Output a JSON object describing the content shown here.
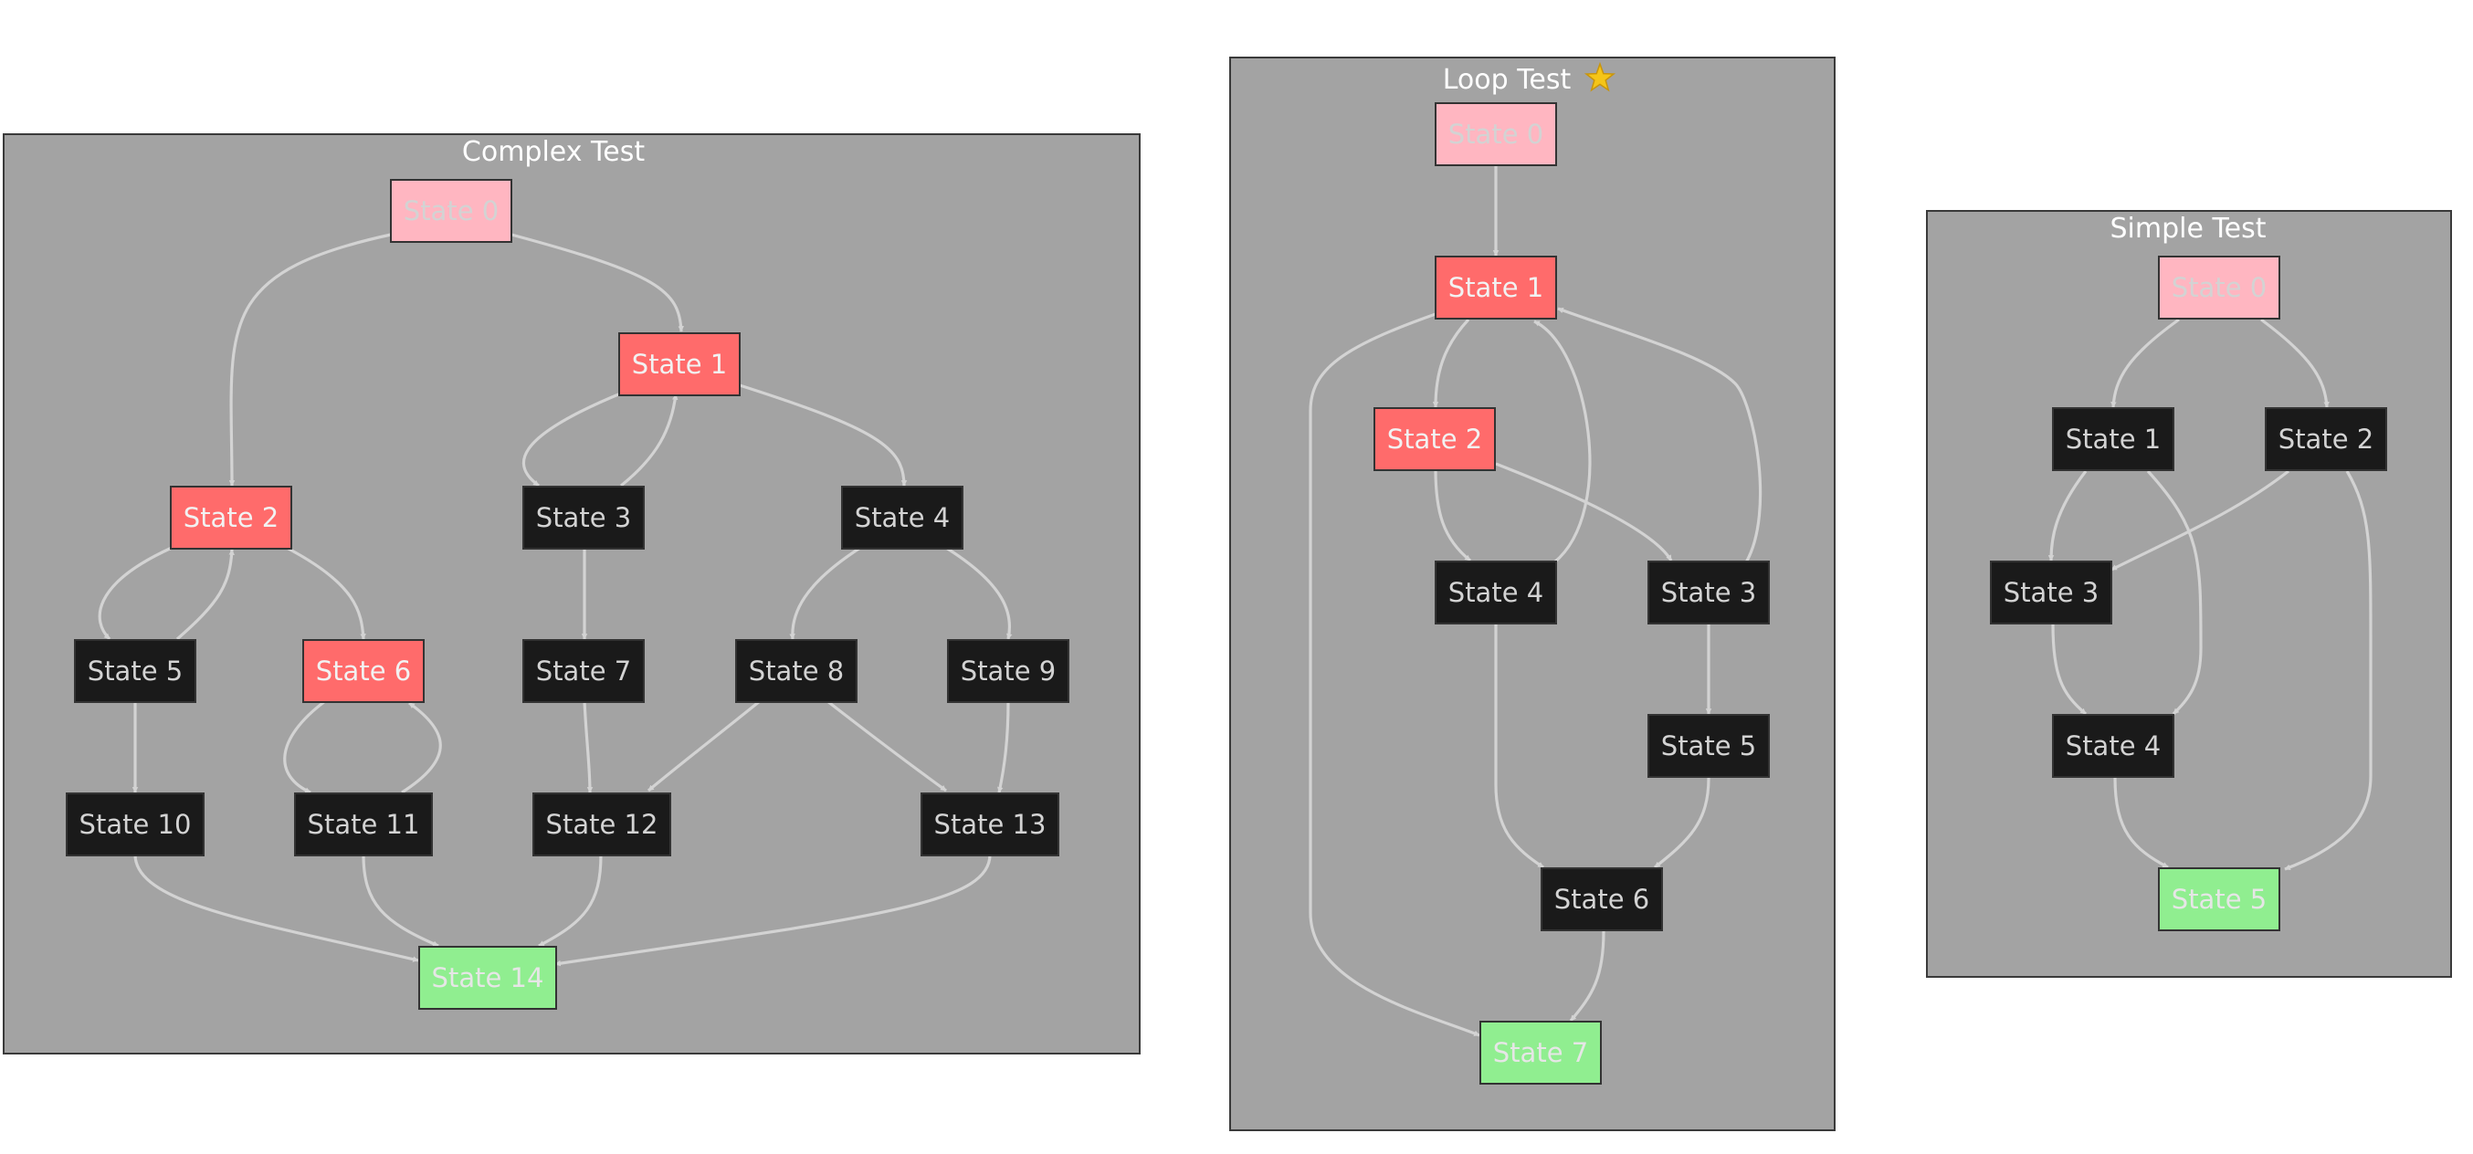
{
  "colors": {
    "background": "#ffffff",
    "cluster_fill": "#a3a3a3",
    "cluster_border": "#3a3a3a",
    "cluster_title": "#ffffff",
    "edge": "#d3d3d3",
    "start_fill": "#ffb6c1",
    "start_text": "#d3d3d3",
    "active_fill": "#ff6b6b",
    "active_text": "#f2f2f2",
    "normal_fill": "#1a1a1a",
    "normal_text": "#d3d3d3",
    "end_fill": "#90ee90",
    "end_text": "#e6e6e6"
  },
  "diagrams": [
    {
      "id": "complex",
      "title": "Complex Test",
      "title_icon": "",
      "nodes": [
        {
          "id": "s0",
          "label": "State 0",
          "kind": "start"
        },
        {
          "id": "s1",
          "label": "State 1",
          "kind": "active"
        },
        {
          "id": "s2",
          "label": "State 2",
          "kind": "active"
        },
        {
          "id": "s3",
          "label": "State 3",
          "kind": "normal"
        },
        {
          "id": "s4",
          "label": "State 4",
          "kind": "normal"
        },
        {
          "id": "s5",
          "label": "State 5",
          "kind": "normal"
        },
        {
          "id": "s6",
          "label": "State 6",
          "kind": "active"
        },
        {
          "id": "s7",
          "label": "State 7",
          "kind": "normal"
        },
        {
          "id": "s8",
          "label": "State 8",
          "kind": "normal"
        },
        {
          "id": "s9",
          "label": "State 9",
          "kind": "normal"
        },
        {
          "id": "s10",
          "label": "State 10",
          "kind": "normal"
        },
        {
          "id": "s11",
          "label": "State 11",
          "kind": "normal"
        },
        {
          "id": "s12",
          "label": "State 12",
          "kind": "normal"
        },
        {
          "id": "s13",
          "label": "State 13",
          "kind": "normal"
        },
        {
          "id": "s14",
          "label": "State 14",
          "kind": "end"
        }
      ],
      "edges": [
        {
          "from": "s0",
          "to": "s2"
        },
        {
          "from": "s0",
          "to": "s1"
        },
        {
          "from": "s1",
          "to": "s3"
        },
        {
          "from": "s3",
          "to": "s1"
        },
        {
          "from": "s1",
          "to": "s4"
        },
        {
          "from": "s2",
          "to": "s5"
        },
        {
          "from": "s5",
          "to": "s2"
        },
        {
          "from": "s2",
          "to": "s6"
        },
        {
          "from": "s3",
          "to": "s7"
        },
        {
          "from": "s4",
          "to": "s8"
        },
        {
          "from": "s4",
          "to": "s9"
        },
        {
          "from": "s5",
          "to": "s10"
        },
        {
          "from": "s6",
          "to": "s11"
        },
        {
          "from": "s11",
          "to": "s6"
        },
        {
          "from": "s7",
          "to": "s12"
        },
        {
          "from": "s8",
          "to": "s12"
        },
        {
          "from": "s8",
          "to": "s13"
        },
        {
          "from": "s9",
          "to": "s13"
        },
        {
          "from": "s10",
          "to": "s14"
        },
        {
          "from": "s11",
          "to": "s14"
        },
        {
          "from": "s12",
          "to": "s14"
        },
        {
          "from": "s13",
          "to": "s14"
        }
      ]
    },
    {
      "id": "loop",
      "title": "Loop Test",
      "title_icon": "star-icon",
      "nodes": [
        {
          "id": "s0",
          "label": "State 0",
          "kind": "start"
        },
        {
          "id": "s1",
          "label": "State 1",
          "kind": "active"
        },
        {
          "id": "s2",
          "label": "State 2",
          "kind": "active"
        },
        {
          "id": "s4",
          "label": "State 4",
          "kind": "normal"
        },
        {
          "id": "s3",
          "label": "State 3",
          "kind": "normal"
        },
        {
          "id": "s5",
          "label": "State 5",
          "kind": "normal"
        },
        {
          "id": "s6",
          "label": "State 6",
          "kind": "normal"
        },
        {
          "id": "s7",
          "label": "State 7",
          "kind": "end"
        }
      ],
      "edges": [
        {
          "from": "s0",
          "to": "s1"
        },
        {
          "from": "s1",
          "to": "s2"
        },
        {
          "from": "s2",
          "to": "s4"
        },
        {
          "from": "s2",
          "to": "s3"
        },
        {
          "from": "s4",
          "to": "s1"
        },
        {
          "from": "s3",
          "to": "s1"
        },
        {
          "from": "s3",
          "to": "s5"
        },
        {
          "from": "s4",
          "to": "s6"
        },
        {
          "from": "s5",
          "to": "s6"
        },
        {
          "from": "s6",
          "to": "s7"
        },
        {
          "from": "s1",
          "to": "s7"
        }
      ]
    },
    {
      "id": "simple",
      "title": "Simple Test",
      "title_icon": "",
      "nodes": [
        {
          "id": "s0",
          "label": "State 0",
          "kind": "start"
        },
        {
          "id": "s1",
          "label": "State 1",
          "kind": "normal"
        },
        {
          "id": "s2",
          "label": "State 2",
          "kind": "normal"
        },
        {
          "id": "s3",
          "label": "State 3",
          "kind": "normal"
        },
        {
          "id": "s4",
          "label": "State 4",
          "kind": "normal"
        },
        {
          "id": "s5",
          "label": "State 5",
          "kind": "end"
        }
      ],
      "edges": [
        {
          "from": "s0",
          "to": "s1"
        },
        {
          "from": "s0",
          "to": "s2"
        },
        {
          "from": "s1",
          "to": "s3"
        },
        {
          "from": "s1",
          "to": "s4"
        },
        {
          "from": "s2",
          "to": "s3"
        },
        {
          "from": "s3",
          "to": "s4"
        },
        {
          "from": "s2",
          "to": "s5"
        },
        {
          "from": "s4",
          "to": "s5"
        }
      ]
    }
  ]
}
